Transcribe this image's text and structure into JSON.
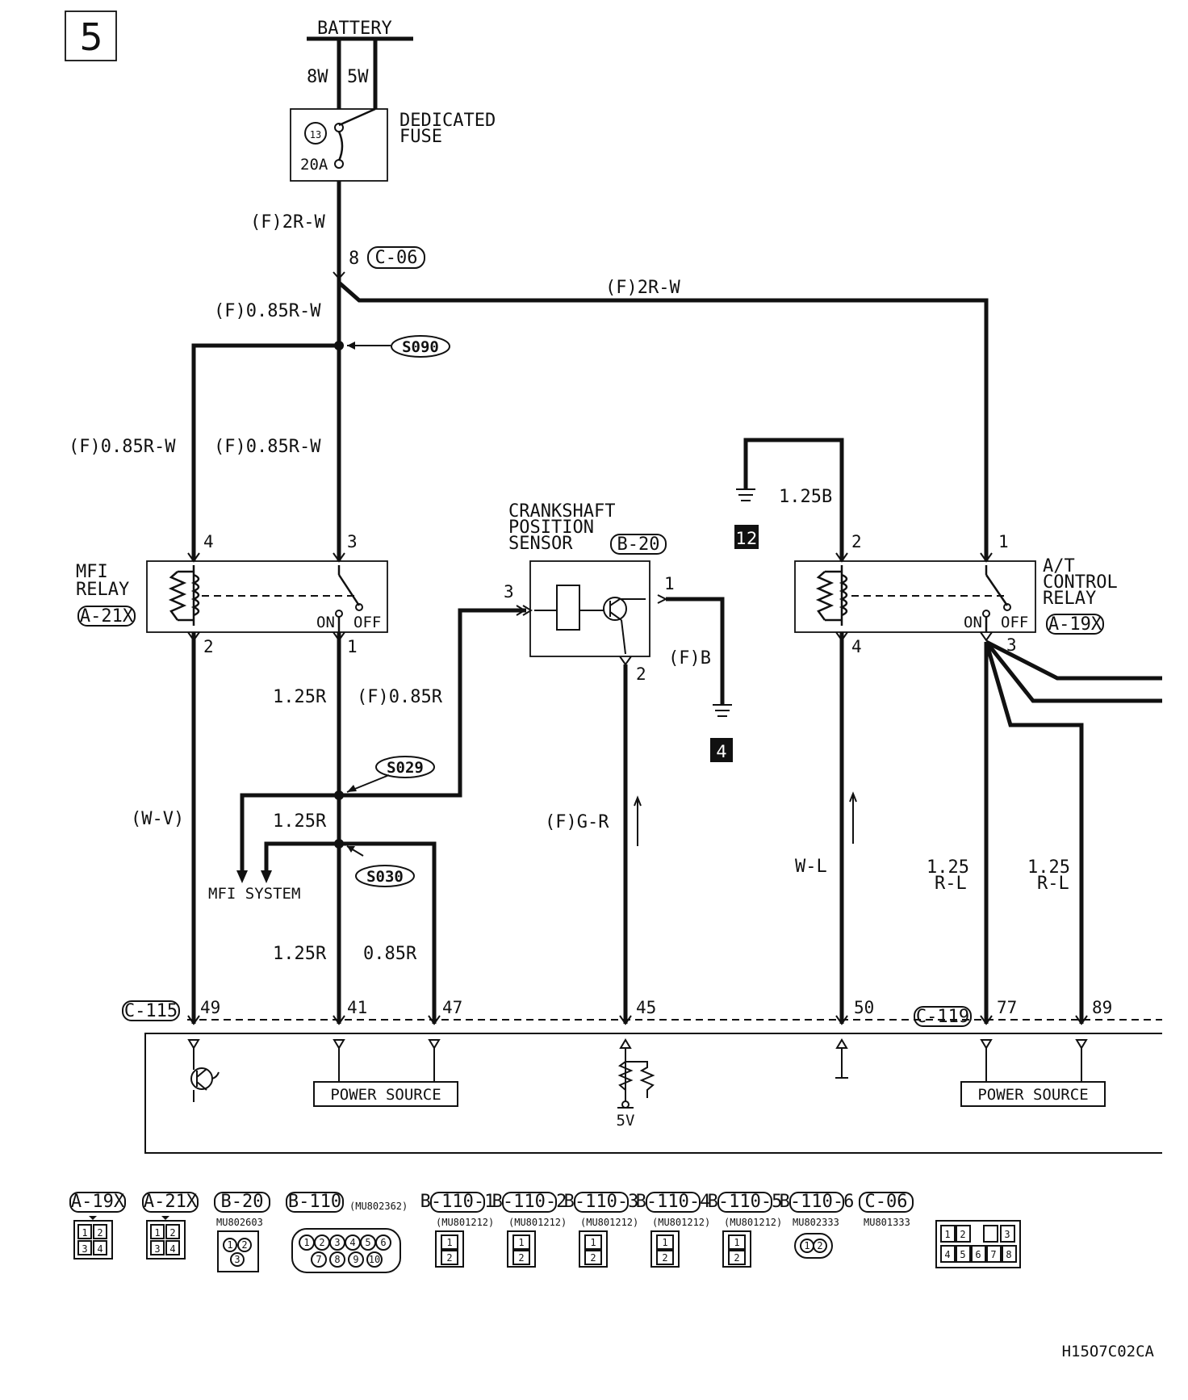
{
  "page_number": "5",
  "battery": {
    "label": "BATTERY",
    "wire_8w": "8W",
    "wire_5w": "5W"
  },
  "dedicated_fuse": {
    "line1": "DEDICATED",
    "line2": "FUSE",
    "number": "13",
    "rating": "20A"
  },
  "wires": {
    "fuse_out": "(F)2R-W",
    "to_at": "(F)2R-W",
    "main_085": "(F)0.85R-W",
    "mfi_left": "(F)0.85R-W",
    "mfi_center": "(F)0.85R-W",
    "mfi_out": "1.25R",
    "to_sensor": "(F)0.85R",
    "below_s029": "1.25R",
    "left_w_v": "(W-V)",
    "bottom_125r": "1.25R",
    "bottom_085r": "0.85R",
    "sensor_b": "(F)B",
    "sensor_g_r": "(F)G-R",
    "ground_125b": "1.25B",
    "w_l": "W-L",
    "rl1_line1": "1.25",
    "rl1_line2": "R-L",
    "rl2_line1": "1.25",
    "rl2_line2": "R-L"
  },
  "connectors": {
    "c06": "C-06",
    "c06_pin": "8",
    "c115": "C-115",
    "c119": "C-119"
  },
  "splices": {
    "s090": "S090",
    "s029": "S029",
    "s030": "S030"
  },
  "mfi_relay": {
    "line1": "MFI",
    "line2": "RELAY",
    "connector": "A-21X",
    "pin4": "4",
    "pin3": "3",
    "pin2": "2",
    "pin1": "1",
    "on": "ON",
    "off": "OFF"
  },
  "crank_sensor": {
    "line1": "CRANKSHAFT",
    "line2": "POSITION",
    "line3": "SENSOR",
    "connector": "B-20",
    "pin3": "3",
    "pin1": "1",
    "pin2": "2"
  },
  "at_relay": {
    "line1": "A/T",
    "line2": "CONTROL",
    "line3": "RELAY",
    "connector": "A-19X",
    "pin2": "2",
    "pin1": "1",
    "pin4": "4",
    "pin3": "3",
    "on": "ON",
    "off": "OFF"
  },
  "grounds": {
    "g12": "12",
    "g4": "4"
  },
  "ecu_pins": {
    "p49": "49",
    "p41": "41",
    "p47": "47",
    "p45": "45",
    "p50": "50",
    "p77": "77",
    "p89": "89"
  },
  "mfi_system": "MFI SYSTEM",
  "power_source_1": "POWER SOURCE",
  "power_source_2": "POWER SOURCE",
  "v5": "5V",
  "legend": [
    {
      "id": "A-19X",
      "part": ""
    },
    {
      "id": "A-21X",
      "part": ""
    },
    {
      "id": "B-20",
      "part": "MU802603"
    },
    {
      "id": "B-110",
      "part": "(MU802362)"
    },
    {
      "id": "B-110-1",
      "part": "(MU801212)"
    },
    {
      "id": "B-110-2",
      "part": "(MU801212)"
    },
    {
      "id": "B-110-3",
      "part": "(MU801212)"
    },
    {
      "id": "B-110-4",
      "part": "(MU801212)"
    },
    {
      "id": "B-110-5",
      "part": "(MU801212)"
    },
    {
      "id": "B-110-6",
      "part": "MU802333"
    },
    {
      "id": "C-06",
      "part": "MU801333"
    }
  ],
  "legend_pins": {
    "four": [
      "1",
      "2",
      "3",
      "4"
    ],
    "three": [
      "1",
      "2",
      "3"
    ],
    "ten": [
      "1",
      "2",
      "3",
      "4",
      "5",
      "6",
      "7",
      "8",
      "9",
      "10"
    ],
    "two": [
      "1",
      "2"
    ],
    "eight_top": [
      "1",
      "2",
      "3"
    ],
    "eight_bottom": [
      "4",
      "5",
      "6",
      "7",
      "8"
    ]
  },
  "drawing_code": "H15O7C02CA"
}
